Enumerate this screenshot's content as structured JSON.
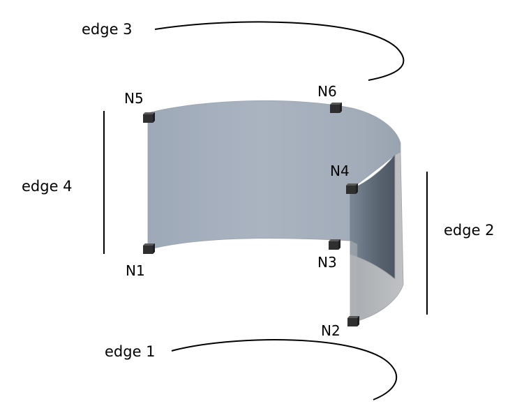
{
  "diagram": {
    "edges": [
      {
        "id": "edge1",
        "label": "edge 1"
      },
      {
        "id": "edge2",
        "label": "edge 2"
      },
      {
        "id": "edge3",
        "label": "edge 3"
      },
      {
        "id": "edge4",
        "label": "edge 4"
      }
    ],
    "nodes": [
      {
        "id": "N1",
        "label": "N1"
      },
      {
        "id": "N2",
        "label": "N2"
      },
      {
        "id": "N3",
        "label": "N3"
      },
      {
        "id": "N4",
        "label": "N4"
      },
      {
        "id": "N5",
        "label": "N5"
      },
      {
        "id": "N6",
        "label": "N6"
      }
    ],
    "colors": {
      "surface_front": "#a6b0bd",
      "surface_inner": "#5f6b78",
      "surface_edge": "#b5b7ba",
      "node_fill": "#333333",
      "line": "#000000"
    }
  }
}
